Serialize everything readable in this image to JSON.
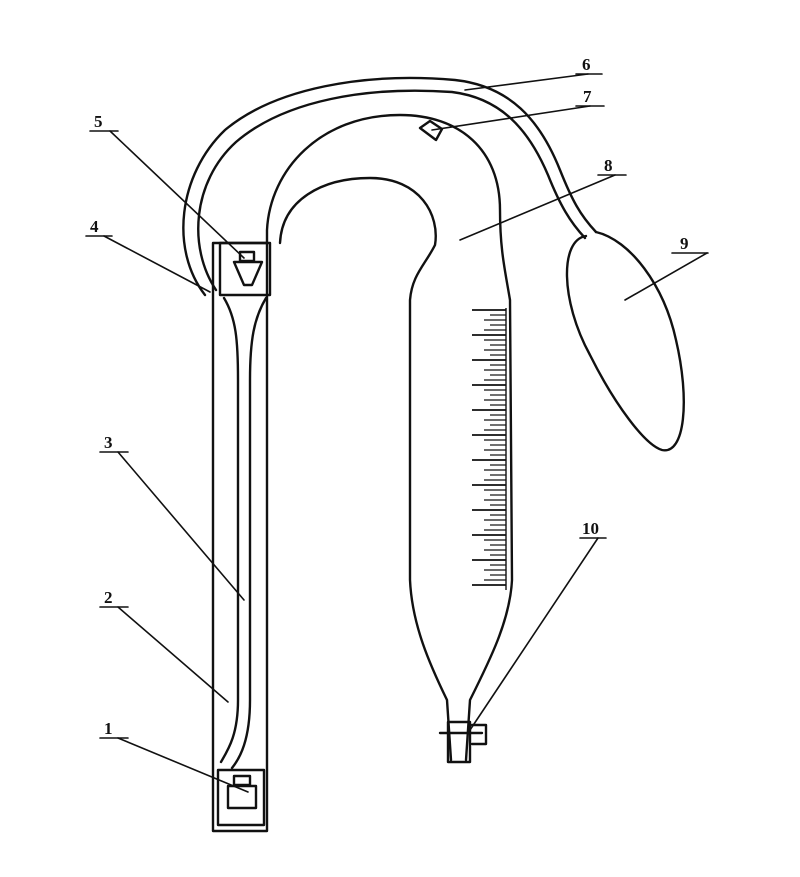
{
  "figure": {
    "labels": {
      "l1": "1",
      "l2": "2",
      "l3": "3",
      "l4": "4",
      "l5": "5",
      "l6": "6",
      "l7": "7",
      "l8": "8",
      "l9": "9",
      "l10": "10"
    },
    "colors": {
      "line": "#111111",
      "background": "#ffffff"
    }
  }
}
